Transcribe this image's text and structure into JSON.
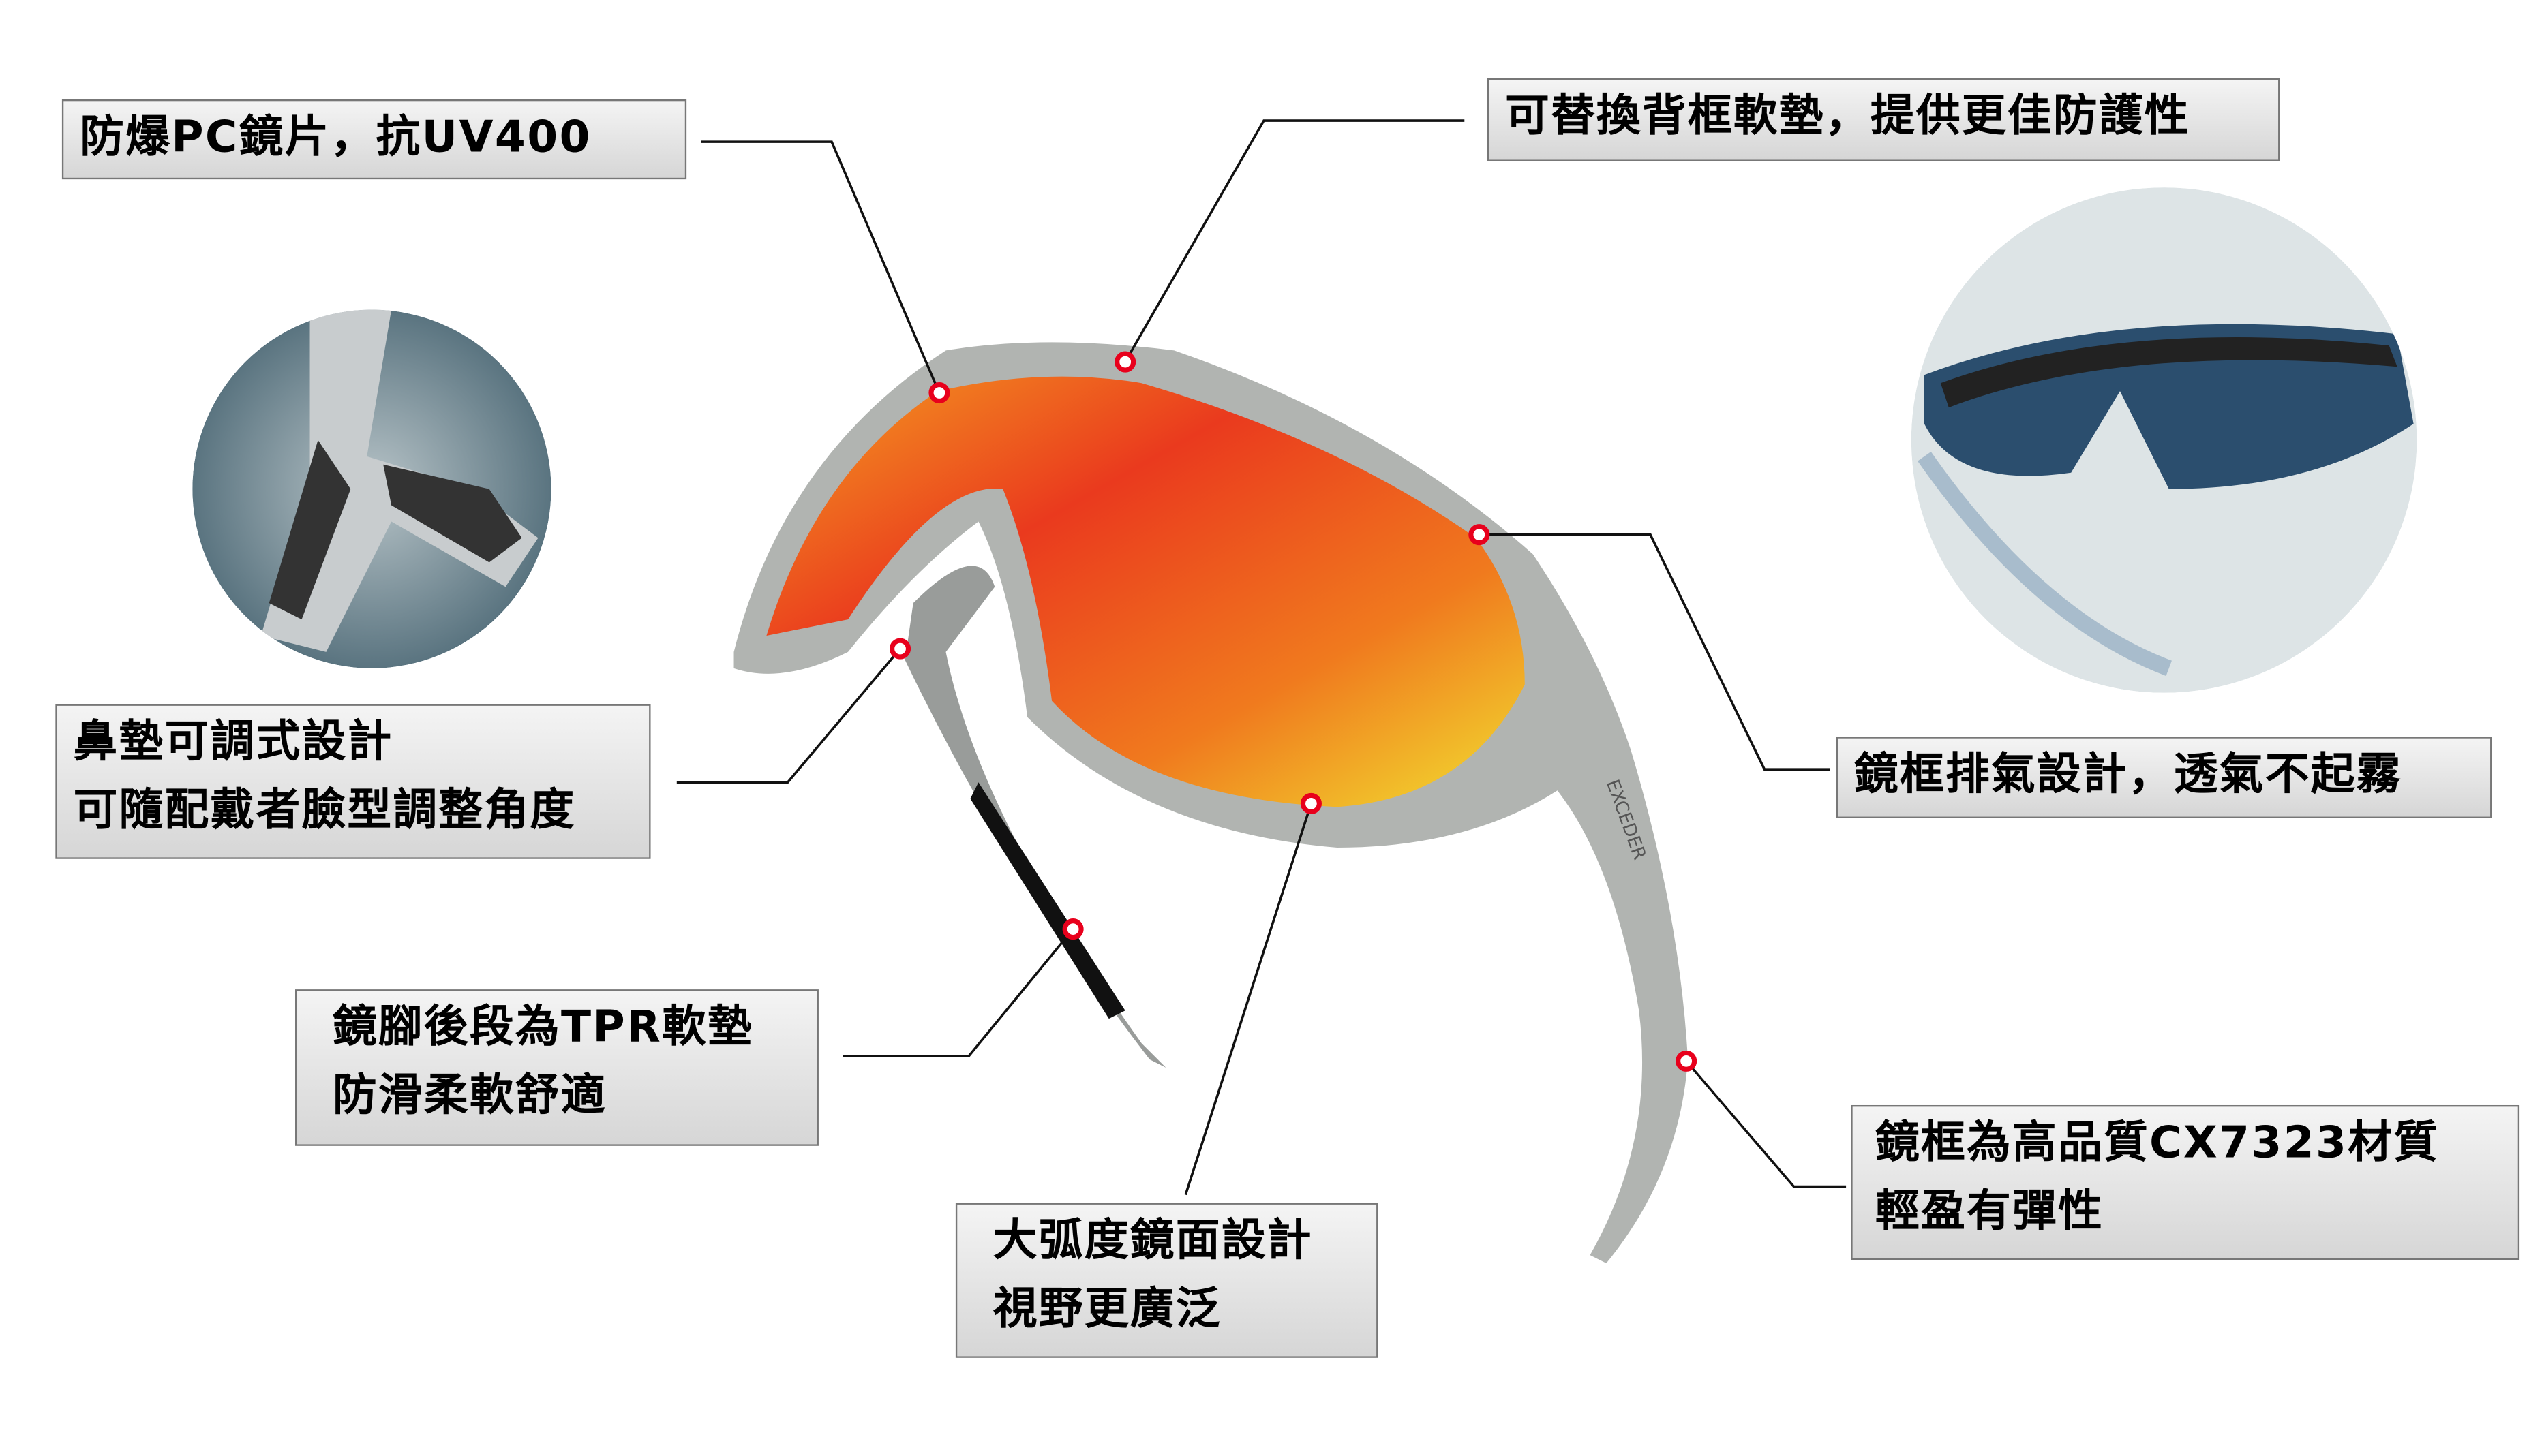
{
  "brand_on_temple": "EXCEDER",
  "callouts": {
    "lens": "防爆PC鏡片，抗UV400",
    "back_pad": "可替換背框軟墊，提供更佳防護性",
    "nose_pad": [
      "鼻墊可調式設計",
      "可隨配戴者臉型調整角度"
    ],
    "vent": "鏡框排氣設計，透氣不起霧",
    "temple_tip": [
      "鏡腳後段為TPR軟墊",
      "防滑柔軟舒適"
    ],
    "wide_lens": [
      "大弧度鏡面設計",
      "視野更廣泛"
    ],
    "frame_material": [
      "鏡框為高品質CX7323材質",
      "輕盈有彈性"
    ]
  },
  "colors": {
    "marker": "#e8001c",
    "frame": "#9a9e9c",
    "lens_red": "#e8321e",
    "lens_yellow": "#f0d020"
  }
}
